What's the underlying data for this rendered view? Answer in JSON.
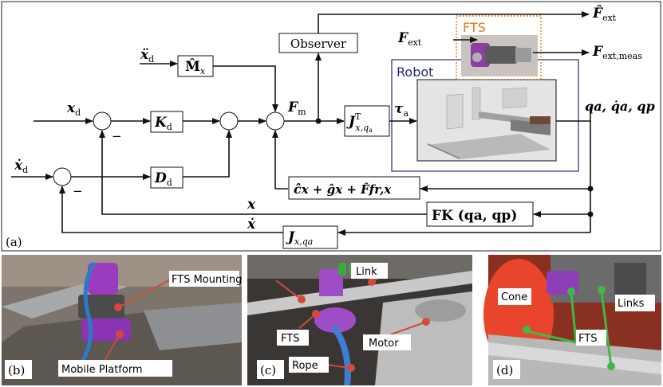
{
  "block_diagram": {
    "panel_label": "(a)",
    "blocks": {
      "observer": "Observer",
      "mass": "M̂",
      "mass_sub": "x",
      "stiffness": "K",
      "stiffness_sub": "d",
      "damping": "D",
      "damping_sub": "d",
      "jacobian_t": "J",
      "jacobian_t_sup": "T",
      "jacobian_t_sub": "x,q",
      "jacobian_t_sub2": "a",
      "compensation": "ĉ",
      "compensation_rest": "x + ĝx + F̂fr,x",
      "fk": "FK (qa, qp)",
      "jacobian": "J",
      "jacobian_sub": "x,qa"
    },
    "signals": {
      "xdd": "ẍ",
      "xdd_sub": "d",
      "xd": "x",
      "xd_sub": "d",
      "xdot_d": "ẋ",
      "xdot_d_sub": "d",
      "fm": "F",
      "fm_sub": "m",
      "tau": "τ",
      "tau_sub": "a",
      "fext_hat": "F̂",
      "fext_hat_sub": "ext",
      "fext": "F",
      "fext_sub": "ext",
      "fext_meas": "F",
      "fext_meas_sub": "ext,meas",
      "outputs": "qa, q̇a, qp",
      "x": "x",
      "xdot": "ẋ",
      "minus": "−"
    },
    "fts_label": "FTS",
    "robot_label": "Robot",
    "colors": {
      "fts": "#e07a1f",
      "robot": "#2a2a7a"
    }
  },
  "photo_panels": [
    {
      "label": "(b)",
      "annotations": [
        "FTS Mounting",
        "Mobile Platform"
      ]
    },
    {
      "label": "(c)",
      "annotations": [
        "Link",
        "FTS",
        "Motor",
        "Rope"
      ]
    },
    {
      "label": "(d)",
      "annotations": [
        "Cone",
        "Links",
        "FTS"
      ]
    }
  ]
}
